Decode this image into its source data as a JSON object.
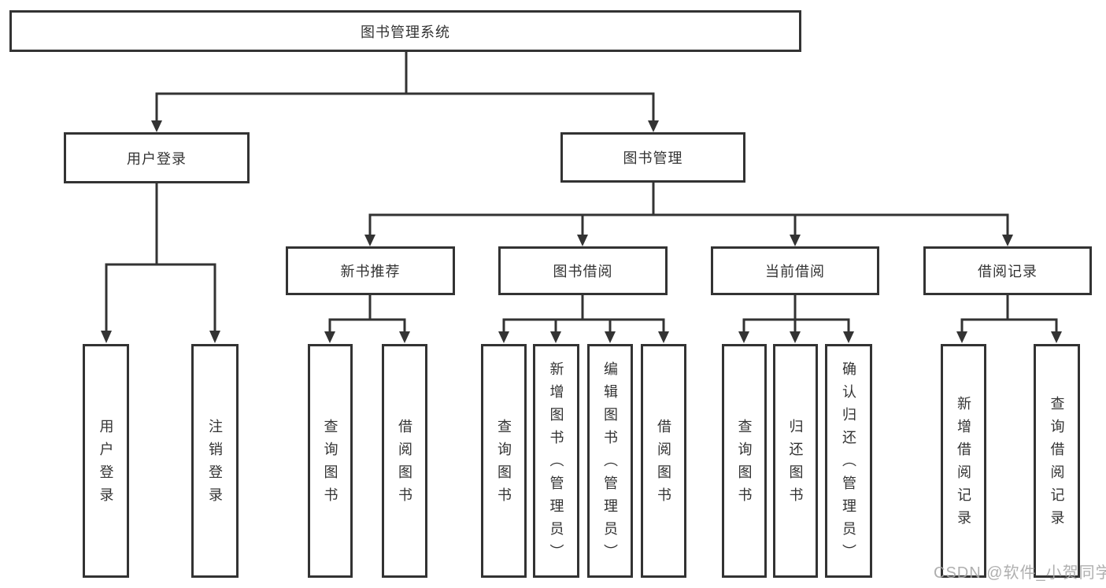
{
  "diagram_type": "hierarchy-tree",
  "tree": {
    "root": {
      "label": "图书管理系统"
    },
    "children": [
      {
        "label": "用户登录",
        "children": [
          {
            "label": "用户登录"
          },
          {
            "label": "注销登录"
          }
        ]
      },
      {
        "label": "图书管理",
        "children": [
          {
            "label": "新书推荐",
            "children": [
              {
                "label": "查询图书"
              },
              {
                "label": "借阅图书"
              }
            ]
          },
          {
            "label": "图书借阅",
            "children": [
              {
                "label": "查询图书"
              },
              {
                "label": "新增图书（管理员）"
              },
              {
                "label": "编辑图书（管理员）"
              },
              {
                "label": "借阅图书"
              }
            ]
          },
          {
            "label": "当前借阅",
            "children": [
              {
                "label": "查询图书"
              },
              {
                "label": "归还图书"
              },
              {
                "label": "确认归还（管理员）"
              }
            ]
          },
          {
            "label": "借阅记录",
            "children": [
              {
                "label": "新增借阅记录"
              },
              {
                "label": "查询借阅记录"
              }
            ]
          }
        ]
      }
    ]
  },
  "watermark": {
    "text": "CSDN @软件_小贺同学"
  },
  "colors": {
    "line": "#333333",
    "box_border": "#333333",
    "text": "#333333",
    "background": "#ffffff",
    "watermark": "#a8a8a8"
  }
}
